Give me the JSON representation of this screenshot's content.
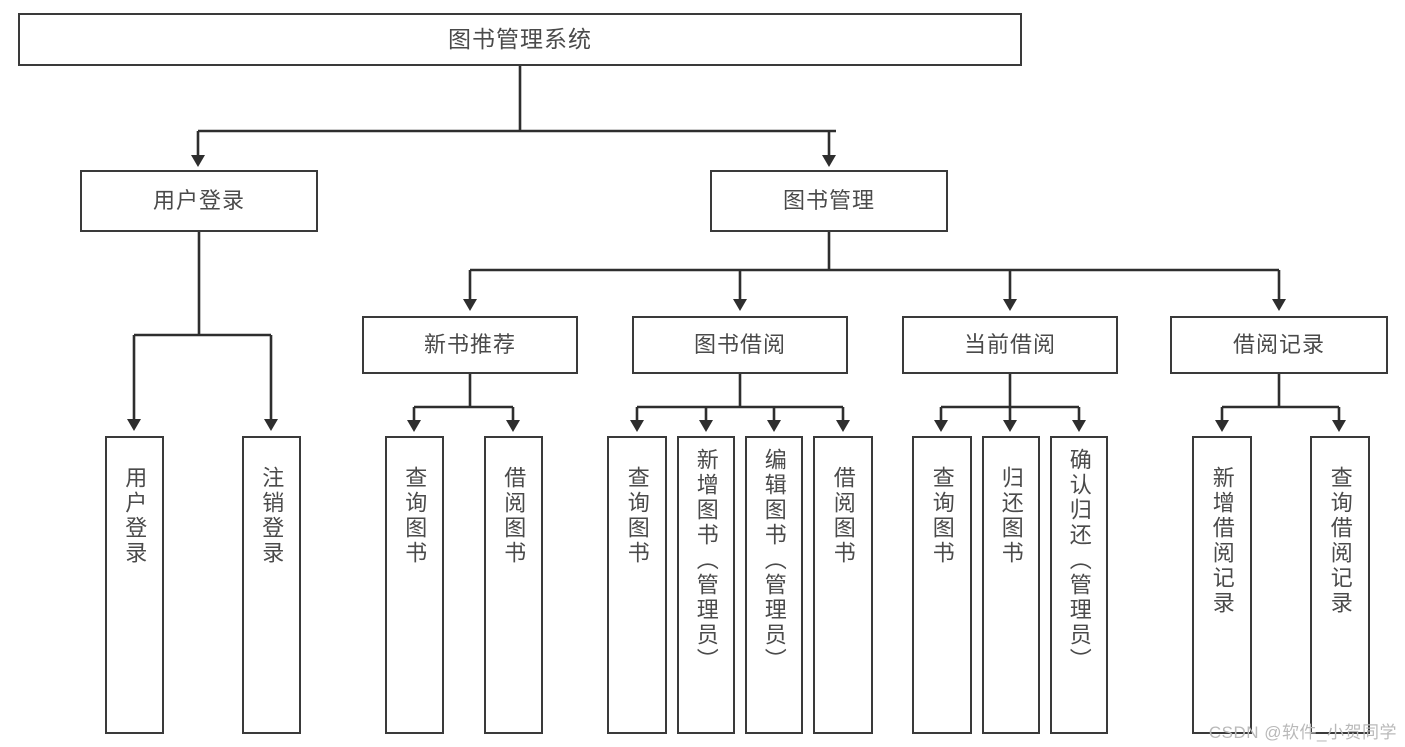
{
  "diagram": {
    "title": "图书管理系统",
    "type": "tree-hierarchy-diagram",
    "colors": {
      "box_border": "#3a3a3a",
      "box_fill": "#ffffff",
      "text": "#4a4a4a",
      "connector": "#2e2e2e",
      "watermark": "#b9b9b9"
    },
    "root": {
      "label": "图书管理系统"
    },
    "level2": [
      {
        "label": "用户登录"
      },
      {
        "label": "图书管理"
      }
    ],
    "level3": [
      {
        "label": "新书推荐"
      },
      {
        "label": "图书借阅"
      },
      {
        "label": "当前借阅"
      },
      {
        "label": "借阅记录"
      }
    ],
    "leaves": {
      "user_login": [
        {
          "label": "用户登录"
        },
        {
          "label": "注销登录"
        }
      ],
      "new_book_recommend": [
        {
          "label": "查询图书"
        },
        {
          "label": "借阅图书"
        }
      ],
      "book_borrow": [
        {
          "label": "查询图书"
        },
        {
          "label": "新增图书（管理员）"
        },
        {
          "label": "编辑图书（管理员）"
        },
        {
          "label": "借阅图书"
        }
      ],
      "current_borrow": [
        {
          "label": "查询图书"
        },
        {
          "label": "归还图书"
        },
        {
          "label": "确认归还（管理员）"
        }
      ],
      "borrow_record": [
        {
          "label": "新增借阅记录"
        },
        {
          "label": "查询借阅记录"
        }
      ]
    },
    "watermark": "CSDN @软件_小贺同学"
  }
}
